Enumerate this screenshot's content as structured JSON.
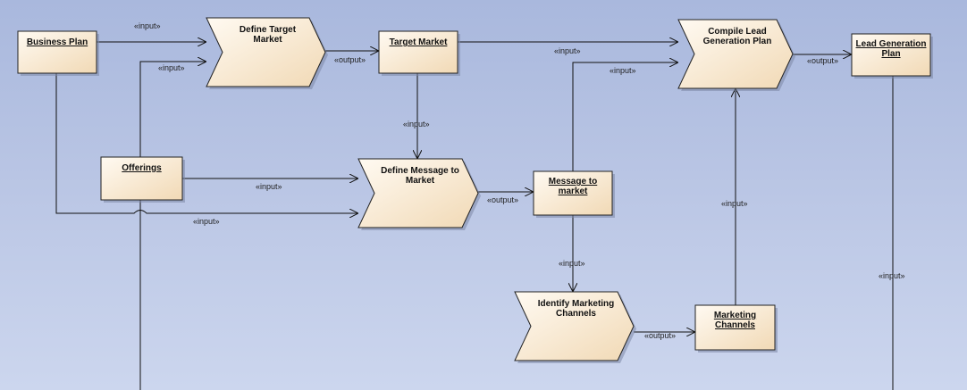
{
  "diagram": {
    "nodes": [
      {
        "id": "business-plan",
        "type": "object",
        "lines": [
          "Business Plan"
        ]
      },
      {
        "id": "define-target-market",
        "type": "process",
        "lines": [
          "Define Target",
          "Market"
        ]
      },
      {
        "id": "target-market",
        "type": "object",
        "lines": [
          "Target Market"
        ]
      },
      {
        "id": "compile-lead-generation-plan",
        "type": "process",
        "lines": [
          "Compile Lead",
          "Generation Plan"
        ]
      },
      {
        "id": "lead-generation-plan",
        "type": "object",
        "lines": [
          "Lead Generation",
          "Plan"
        ]
      },
      {
        "id": "offerings",
        "type": "object",
        "lines": [
          "Offerings"
        ]
      },
      {
        "id": "define-message-to-market",
        "type": "process",
        "lines": [
          "Define Message to",
          "Market"
        ]
      },
      {
        "id": "message-to-market",
        "type": "object",
        "lines": [
          "Message to",
          "market"
        ]
      },
      {
        "id": "identify-marketing-channels",
        "type": "process",
        "lines": [
          "Identify Marketing",
          "Channels"
        ]
      },
      {
        "id": "marketing-channels",
        "type": "object",
        "lines": [
          "Marketing",
          "Channels"
        ]
      }
    ],
    "edges": [
      {
        "id": "bp-to-dtm",
        "label": "«input»"
      },
      {
        "id": "off-to-dtm",
        "label": "«input»"
      },
      {
        "id": "dtm-to-tm",
        "label": "«output»"
      },
      {
        "id": "tm-to-clgp",
        "label": "«input»"
      },
      {
        "id": "tm-to-dmm",
        "label": "«input»"
      },
      {
        "id": "mtm-to-clgp",
        "label": "«input»"
      },
      {
        "id": "clgp-to-lgp",
        "label": "«output»"
      },
      {
        "id": "off-to-dmm",
        "label": "«input»"
      },
      {
        "id": "bp-to-dmm",
        "label": "«input»"
      },
      {
        "id": "dmm-to-mtm",
        "label": "«output»"
      },
      {
        "id": "mtm-to-imc",
        "label": "«input»"
      },
      {
        "id": "mc-to-clgp",
        "label": "«input»"
      },
      {
        "id": "imc-to-mc",
        "label": "«output»"
      },
      {
        "id": "lgp-down",
        "label": "«input»"
      }
    ]
  }
}
